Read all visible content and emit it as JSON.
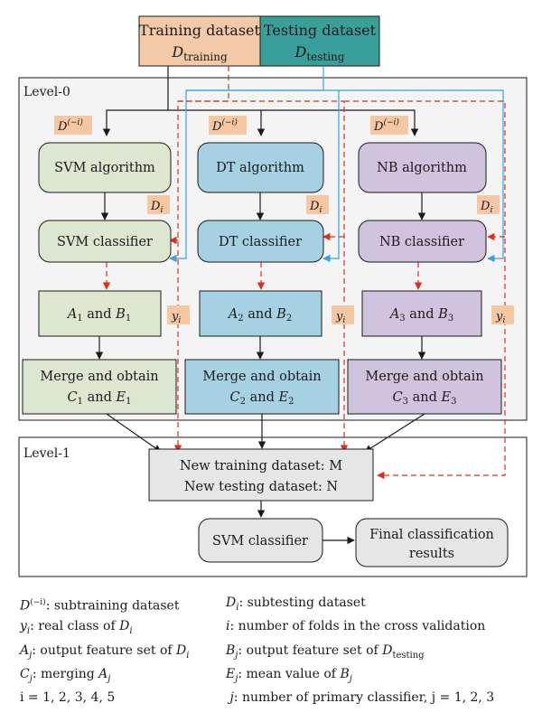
{
  "header": {
    "training_title": "Training dataset",
    "training_symbol": "D",
    "training_sub": "training",
    "testing_title": "Testing dataset",
    "testing_symbol": "D",
    "testing_sub": "testing"
  },
  "levels": {
    "level0": "Level-0",
    "level1": "Level-1"
  },
  "labels": {
    "d_minus_i_base": "D",
    "d_minus_i_sup": "(−i)",
    "d_i_base": "D",
    "d_i_sub": "i",
    "y_i_base": "y",
    "y_i_sub": "i"
  },
  "columns": [
    {
      "algorithm": "SVM algorithm",
      "classifier": "SVM classifier",
      "output_a": "A",
      "output_b": "B",
      "output_index": "1",
      "output_join": "and",
      "merge_line1": "Merge and obtain",
      "merge_c": "C",
      "merge_e": "E",
      "merge_join": "and",
      "merge_index": "1"
    },
    {
      "algorithm": "DT algorithm",
      "classifier": "DT classifier",
      "output_a": "A",
      "output_b": "B",
      "output_index": "2",
      "output_join": "and",
      "merge_line1": "Merge and obtain",
      "merge_c": "C",
      "merge_e": "E",
      "merge_join": "and",
      "merge_index": "2"
    },
    {
      "algorithm": "NB algorithm",
      "classifier": "NB classifier",
      "output_a": "A",
      "output_b": "B",
      "output_index": "3",
      "output_join": "and",
      "merge_line1": "Merge and obtain",
      "merge_c": "C",
      "merge_e": "E",
      "merge_join": "and",
      "merge_index": "3"
    }
  ],
  "level1_boxes": {
    "new_training": "New training dataset: M",
    "new_testing": "New testing dataset: N",
    "svm_classifier": "SVM classifier",
    "final_line1": "Final classification",
    "final_line2": "results"
  },
  "legend": {
    "row1_left_desc": ": subtraining dataset",
    "row1_right_desc": ": subtesting dataset",
    "row2_left_desc": ": real class of ",
    "row2_right_sym": "i",
    "row2_right_desc": ": number of folds in the cross validation",
    "row3_left_sym": "A",
    "row3_left_sub": "j",
    "row3_left_desc": ": output feature set of ",
    "row3_right_sym": "B",
    "row3_right_sub": "j",
    "row3_right_desc": ": output feature set of ",
    "row4_left_sym": "C",
    "row4_left_sub": "j",
    "row4_left_desc": ": merging ",
    "row4_right_sym": "E",
    "row4_right_sub": "j",
    "row4_right_desc": ": mean value of ",
    "row5_left": "i = 1, 2, 3, 4, 5",
    "row5_right_sym": "j",
    "row5_right_desc": ": number of primary classifier, ",
    "row5_right_tail": "j = 1, 2, 3"
  },
  "colors": {
    "training": "#f3c9a8",
    "testing": "#3a9e9a",
    "level_bg": "#f4f4f4",
    "svm": "#dde7cf",
    "dt": "#a6d1e3",
    "nb": "#cfc3dd",
    "label": "#f5c7a3",
    "level1_box": "#e6e6e6",
    "red_arrow": "#d9301f",
    "blue_arrow": "#3aa0e0"
  }
}
